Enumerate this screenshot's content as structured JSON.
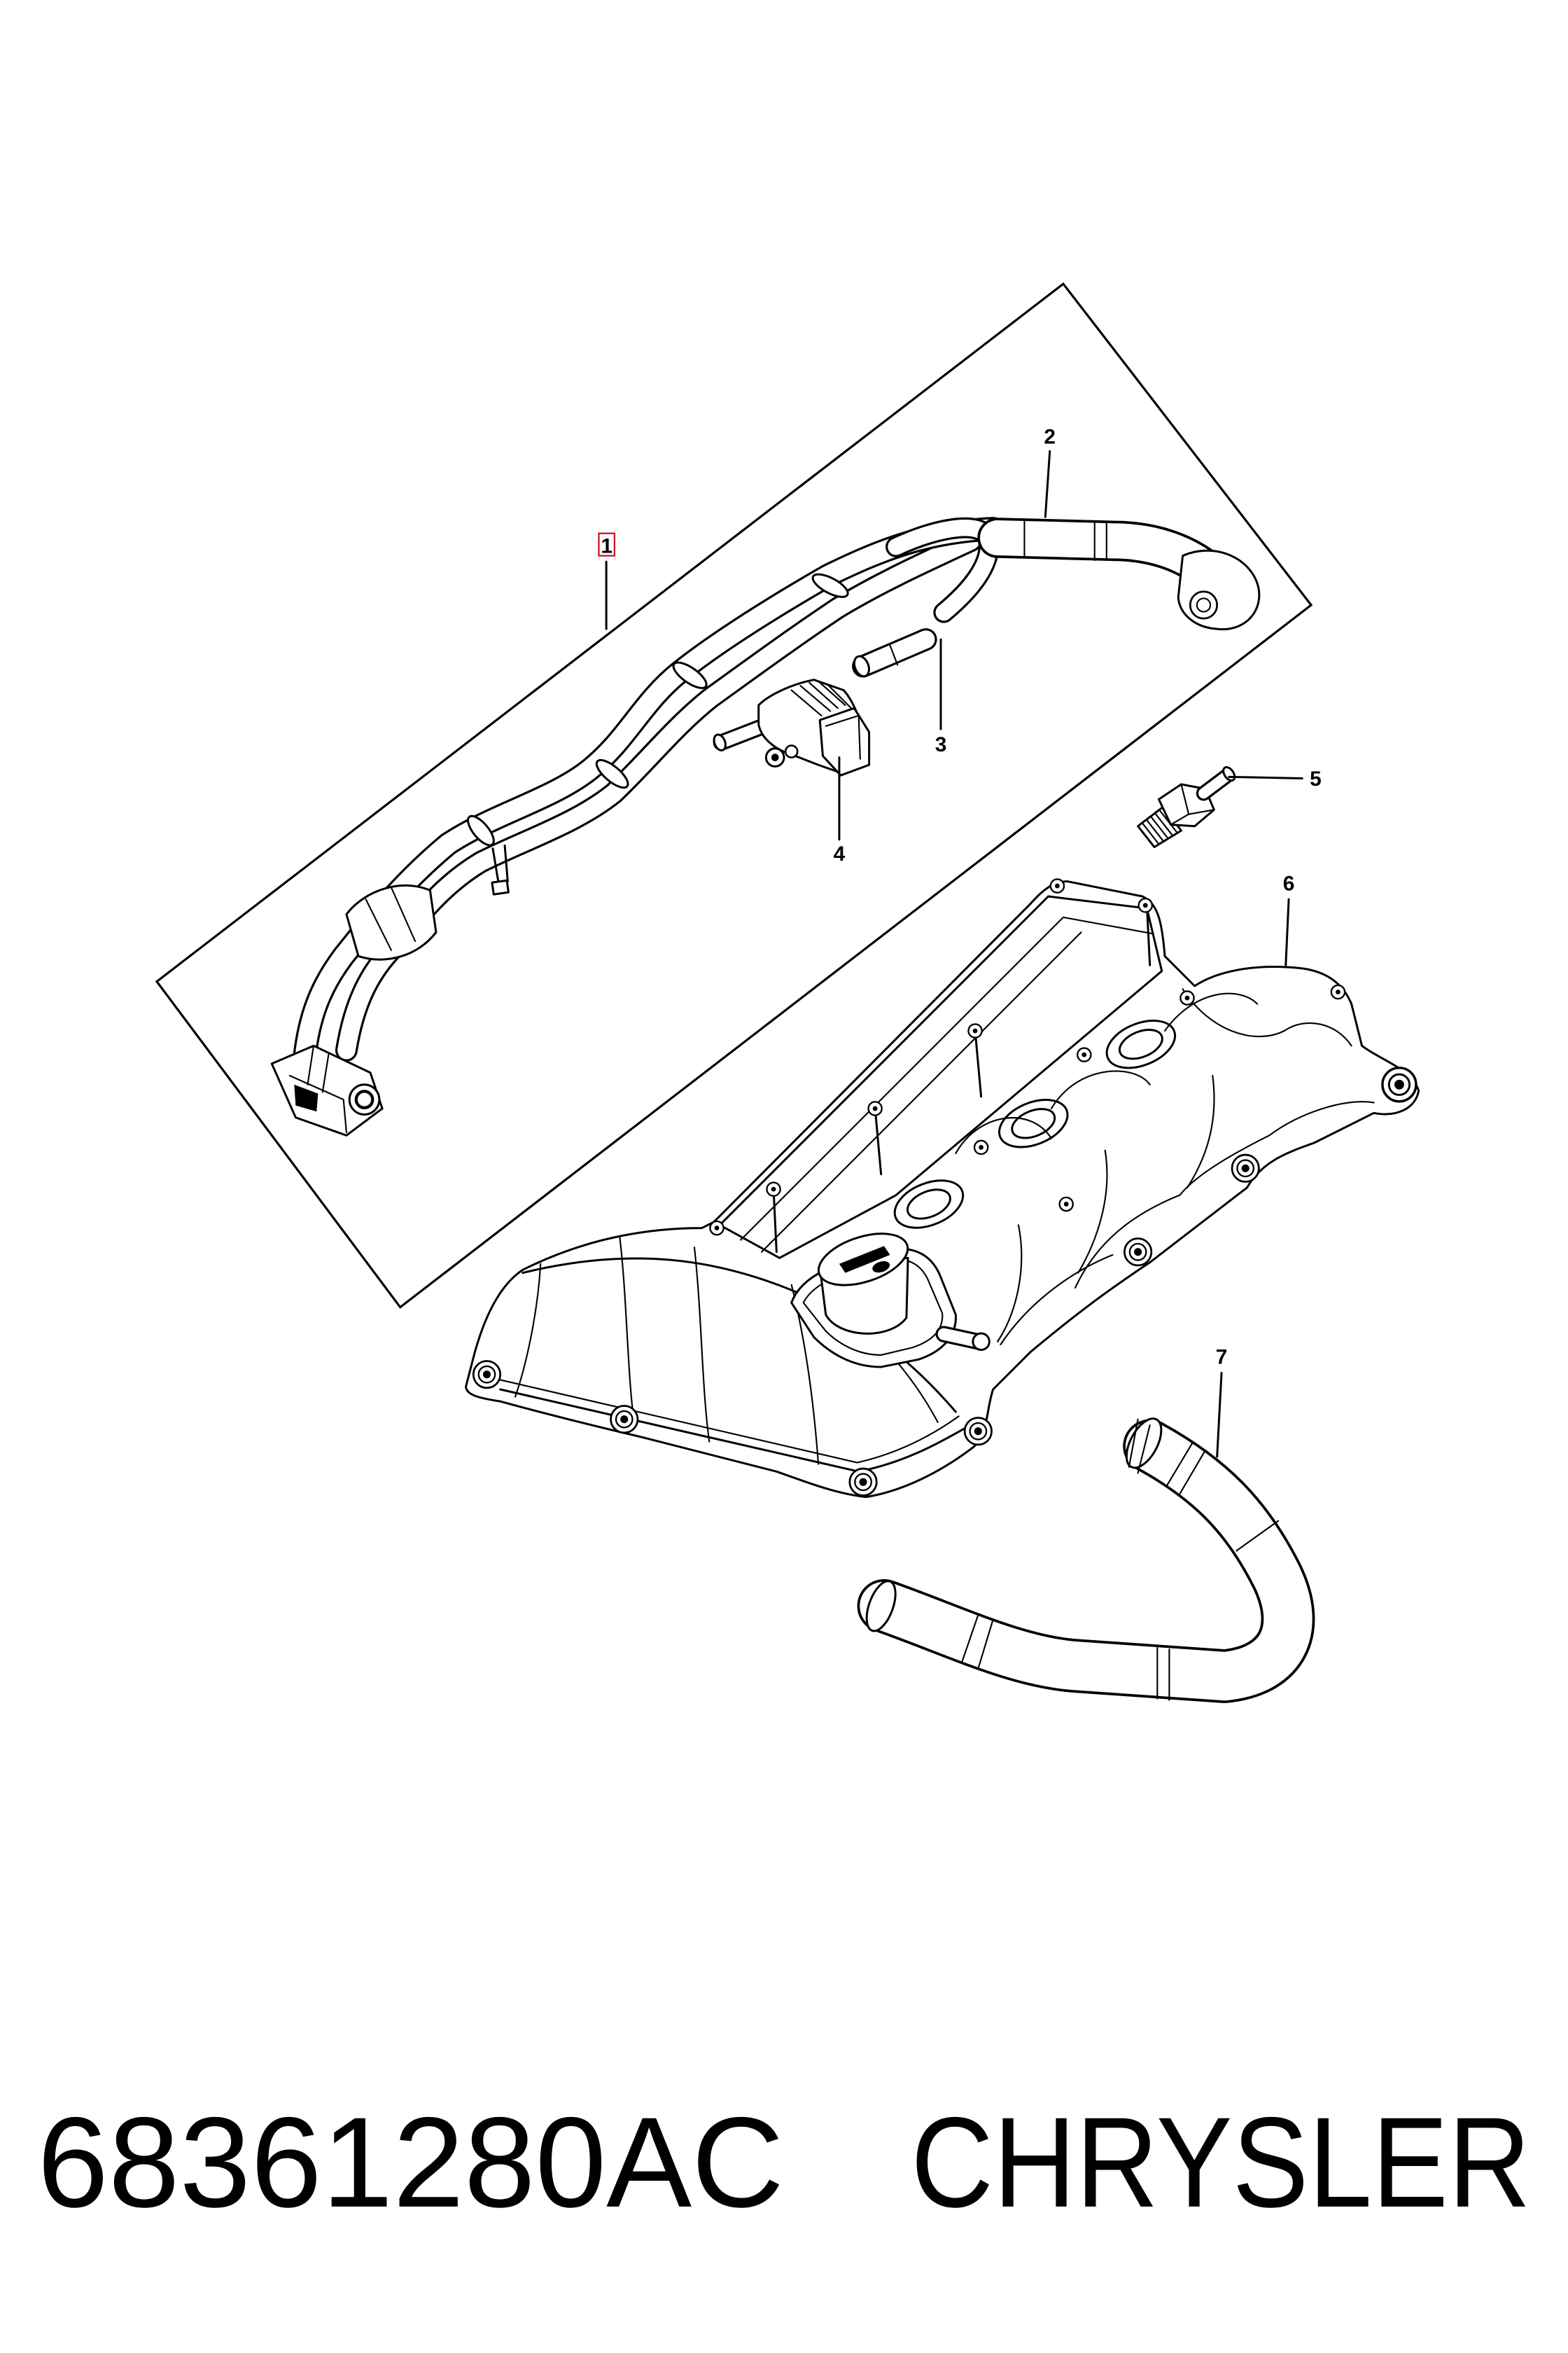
{
  "diagram": {
    "callouts": [
      {
        "label": "1",
        "highlighted": true
      },
      {
        "label": "2",
        "highlighted": false
      },
      {
        "label": "3",
        "highlighted": false
      },
      {
        "label": "4",
        "highlighted": false
      },
      {
        "label": "5",
        "highlighted": false
      },
      {
        "label": "6",
        "highlighted": false
      },
      {
        "label": "7",
        "highlighted": false
      }
    ]
  },
  "caption": {
    "part_number": "68361280AC",
    "brand": "CHRYSLER"
  },
  "colors": {
    "line": "#000000",
    "highlight": "#d0021b",
    "background": "#ffffff"
  }
}
